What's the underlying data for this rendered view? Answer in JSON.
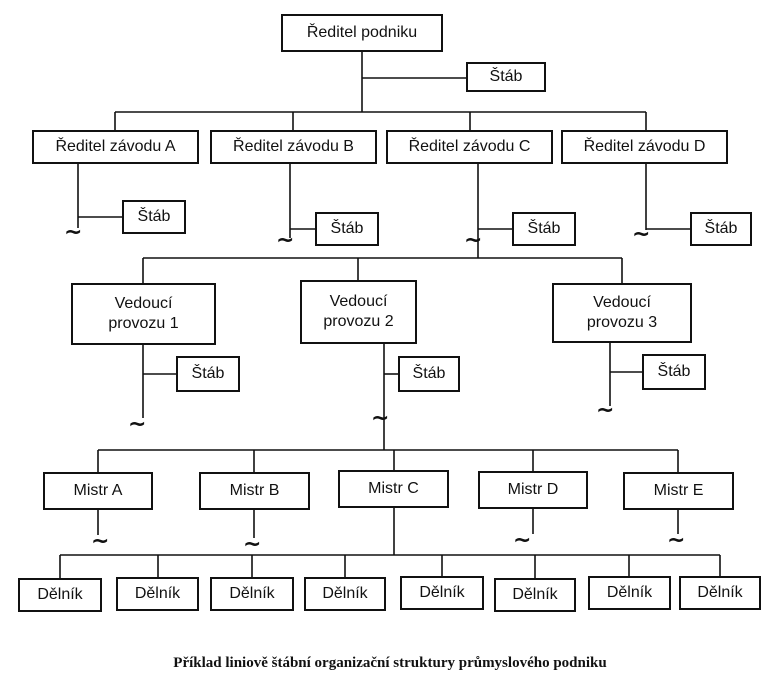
{
  "director": "Ředitel podniku",
  "staff_label": "Štáb",
  "plant_directors": [
    "Ředitel závodu A",
    "Ředitel závodu B",
    "Ředitel závodu C",
    "Ředitel závodu D"
  ],
  "operation_managers": [
    "Vedoucí provozu 1",
    "Vedoucí provozu 2",
    "Vedoucí provozu 3"
  ],
  "foremen": [
    "Mistr A",
    "Mistr B",
    "Mistr C",
    "Mistr D",
    "Mistr E"
  ],
  "workers": [
    "Dělník",
    "Dělník",
    "Dělník",
    "Dělník",
    "Dělník",
    "Dělník",
    "Dělník",
    "Dělník"
  ],
  "continuation_symbol": "~",
  "caption": "Příklad liniově štábní organizační struktury průmyslového podniku"
}
